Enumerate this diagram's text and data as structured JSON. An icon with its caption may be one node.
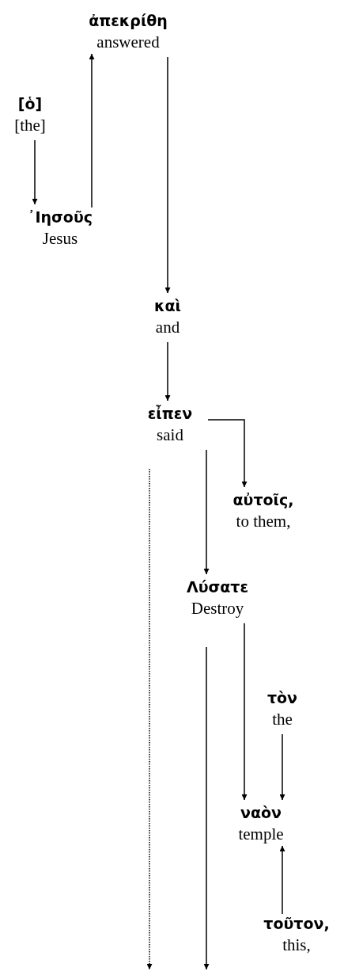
{
  "diagram": {
    "nodes": [
      {
        "text": [
          "ἀπεκρίθη",
          "answered"
        ]
      },
      {
        "text": [
          "[ὁ]",
          "[the]"
        ]
      },
      {
        "text": [
          "᾿Ιησοῦς",
          "Jesus"
        ]
      },
      {
        "text": [
          "καὶ",
          "and"
        ]
      },
      {
        "text": [
          "εἶπεν",
          "said"
        ]
      },
      {
        "text": [
          "αὐτοῖς,",
          "to them,"
        ]
      },
      {
        "text": [
          "Λύσατε",
          "Destroy"
        ]
      },
      {
        "text": [
          "τὸν",
          "the"
        ]
      },
      {
        "text": [
          "ναὸν",
          "temple"
        ]
      },
      {
        "text": [
          "τοῦτον,",
          "this,"
        ]
      }
    ],
    "edges": [
      {
        "from": 1,
        "to": 2,
        "arrow": "to"
      },
      {
        "from": 2,
        "to": 0,
        "arrow": "to"
      },
      {
        "from": 0,
        "to": 3,
        "arrow": "to"
      },
      {
        "from": 3,
        "to": 4,
        "arrow": "to"
      },
      {
        "from": 4,
        "to": 5,
        "arrow": "to"
      },
      {
        "from": 4,
        "to": 6,
        "arrow": "to"
      },
      {
        "from": 4,
        "to": null,
        "arrow": "to",
        "style": "dashed"
      },
      {
        "from": 6,
        "to": 8,
        "arrow": "to"
      },
      {
        "from": 6,
        "to": null,
        "arrow": "to"
      },
      {
        "from": 7,
        "to": 8,
        "arrow": "to"
      },
      {
        "from": 9,
        "to": 8,
        "arrow": "to"
      }
    ]
  }
}
